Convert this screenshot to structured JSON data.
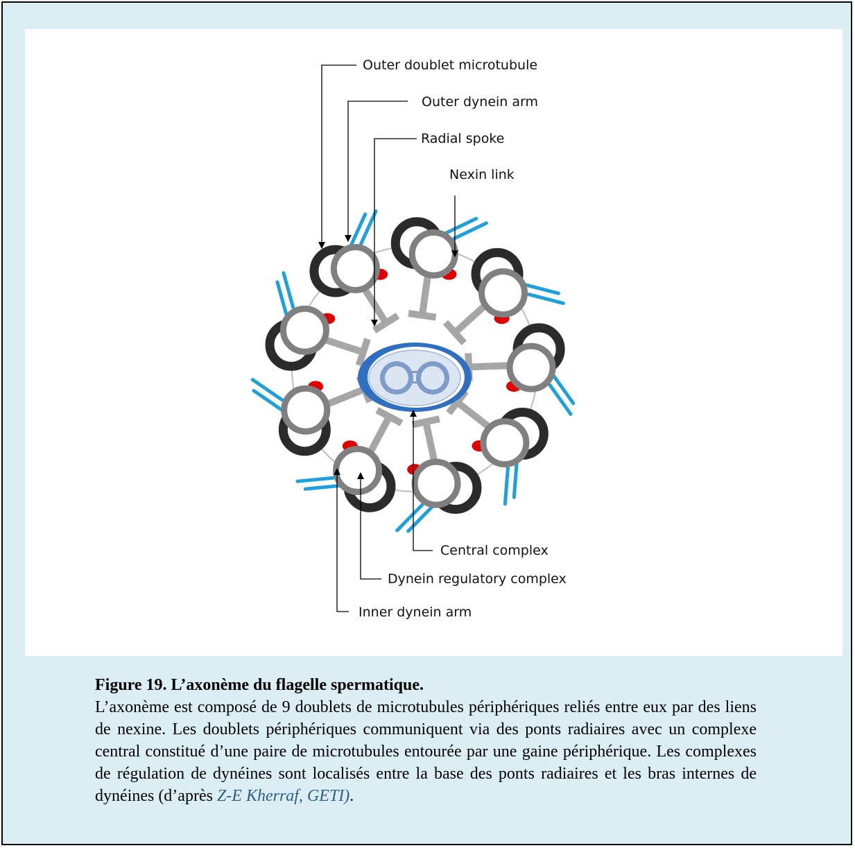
{
  "labels": {
    "outer_doublet": "Outer doublet microtubule",
    "outer_dynein_arm": "Outer dynein arm",
    "radial_spoke": "Radial spoke",
    "nexin_link": "Nexin link",
    "central_complex": "Central complex",
    "dynein_regulatory_complex": "Dynein regulatory complex",
    "inner_dynein_arm": "Inner dynein arm"
  },
  "caption": {
    "title": "Figure 19. L’axonème du flagelle spermatique.",
    "body": "L’axonème est composé de 9 doublets de microtubules périphériques reliés entre eux par des liens de nexine. Les doublets périphériques communiquent via des ponts radiaires avec un complexe central constitué d’une paire de microtubules entourée par une gaine périphérique. Les complexes de régulation de dynéines sont localisés entre la base des ponts radiaires et les bras internes de dynéines (d’après ",
    "credit": "Z-E Kherraf, GETI)",
    "end": "."
  },
  "colors": {
    "frame_bg": "#dbeef3",
    "doublet_gray": "#808080",
    "doublet_dark": "#2b2b2b",
    "dynein_blue": "#1ea0dc",
    "regulatory_red": "#e00000",
    "central_blue": "#2f6fbf",
    "spoke_gray": "#a6a6a6"
  },
  "doublet_count": 9
}
